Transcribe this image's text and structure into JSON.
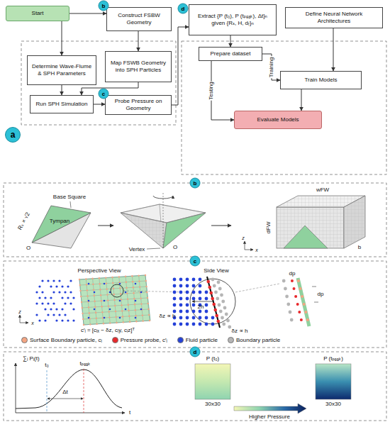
{
  "diagram": {
    "nodes": [
      {
        "text": [
          "Start"
        ]
      },
      {
        "text": [
          "Construct FSBW Geometry"
        ]
      },
      {
        "text": [
          "Determine Wave-Flume & SPH Parameters"
        ]
      },
      {
        "text": [
          "Map FSWB Geometry into SPH Particles"
        ]
      },
      {
        "text": [
          "Run SPH Simulation"
        ]
      },
      {
        "text": [
          "Probe Pressure on Geometry"
        ]
      },
      {
        "text": [
          "Extract {P (t₀), P (tₚₑₐₖ), Δt}ₙ given {Rₛ, H, dᵣ}ₙ"
        ]
      },
      {
        "text": [
          "Define Neural Network Architectures"
        ]
      },
      {
        "text": [
          "Prepare dataset"
        ]
      },
      {
        "text": [
          "Train Models"
        ]
      },
      {
        "text": [
          "Evaluate Models"
        ]
      }
    ],
    "edges": [
      {
        "from": 0,
        "to": 1,
        "arrow": "to"
      },
      {
        "from": 0,
        "to": 2,
        "arrow": "to"
      },
      {
        "from": 1,
        "to": 3,
        "arrow": "to"
      },
      {
        "from": 2,
        "to": 4,
        "arrow": "to"
      },
      {
        "from": 3,
        "to": 4,
        "arrow": "to"
      },
      {
        "from": 4,
        "to": 5,
        "arrow": "to"
      },
      {
        "from": 5,
        "to": 6,
        "arrow": "to"
      },
      {
        "from": 6,
        "to": 8,
        "arrow": "to"
      },
      {
        "from": 7,
        "to": 9,
        "arrow": "to"
      },
      {
        "from": 8,
        "to": 9,
        "label": "Training",
        "arrow": "to"
      },
      {
        "from": 8,
        "to": 10,
        "label": "Testing",
        "arrow": "to"
      },
      {
        "from": 9,
        "to": 10,
        "arrow": "to"
      }
    ],
    "labels": [
      "a",
      "b",
      "c",
      "d",
      "b",
      "Base Square",
      "Rₛ × √2",
      "Tympan",
      "O",
      "Vertex",
      "O",
      "wFW",
      "dFW",
      "b",
      "z",
      "x",
      "c",
      "Perspective View",
      "Side View",
      "c′ᵢ = [cᵢₓ − δz, cᵢy, cᵢz]ᵀ",
      "δz ∝ h",
      "2h",
      "δz ∝ h",
      "dp",
      "dp",
      "z",
      "x",
      "d",
      "∑ᵢ Pᵢ(t)",
      "t₀",
      "tₚₑₐₖ",
      "Δt",
      "t",
      "P (t₀)",
      "P (tₚₑₐₖ)",
      "30x30",
      "30x30",
      "Higher Pressure"
    ],
    "legend": [
      {
        "text": "Surface Boundary particle, cᵢ",
        "color": "#f4a582"
      },
      {
        "text": "Pressure probe, c′ᵢ",
        "color": "#e8282b"
      },
      {
        "text": "Fluid particle",
        "color": "#2541d8"
      },
      {
        "text": "Boundary particle",
        "color": "#b5b5b5"
      }
    ]
  }
}
